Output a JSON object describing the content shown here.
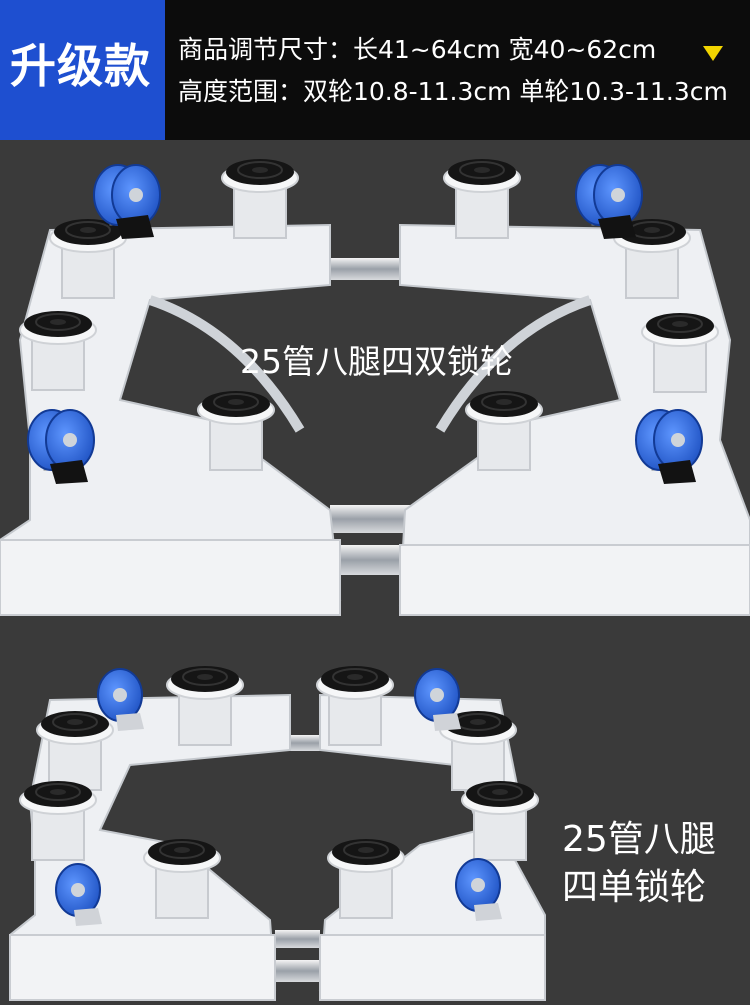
{
  "header": {
    "badge": "升级款",
    "line1": "商品调节尺寸：长41~64cm 宽40~62cm",
    "line2": "高度范围：双轮10.8-11.3cm 单轮10.3-11.3cm",
    "indicator_icon": "down-triangle-icon",
    "badge_color": "#1e4fd0",
    "indicator_color": "#f2d500"
  },
  "products": [
    {
      "label": "25管八腿四双锁轮",
      "wheel": "double-lock-caster"
    },
    {
      "label_line1": "25管八腿",
      "label_line2": "四单锁轮",
      "wheel": "single-lock-caster"
    }
  ],
  "colors": {
    "background": "#3a3a3a",
    "frame": "#eef0f3",
    "wheel": "#2e6fe0",
    "pad": "#141414"
  }
}
